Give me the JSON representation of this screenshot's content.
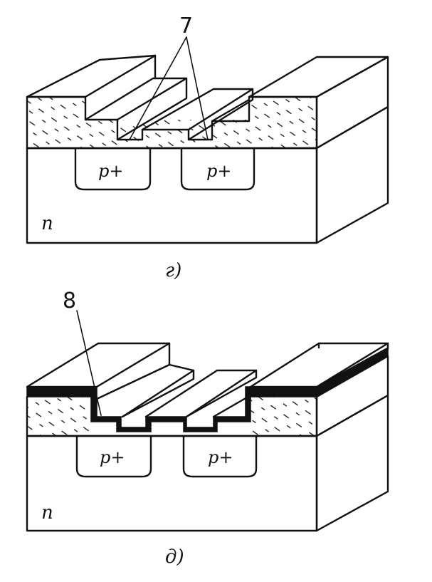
{
  "figure_g": {
    "callout": "7",
    "region_left": "p+",
    "region_right": "p+",
    "substrate": "n",
    "caption": "г)"
  },
  "figure_d": {
    "callout": "8",
    "region_left": "p+",
    "region_right": "p+",
    "substrate": "n",
    "caption": "д)"
  },
  "colors": {
    "ink": "#111111",
    "paper": "#ffffff"
  }
}
